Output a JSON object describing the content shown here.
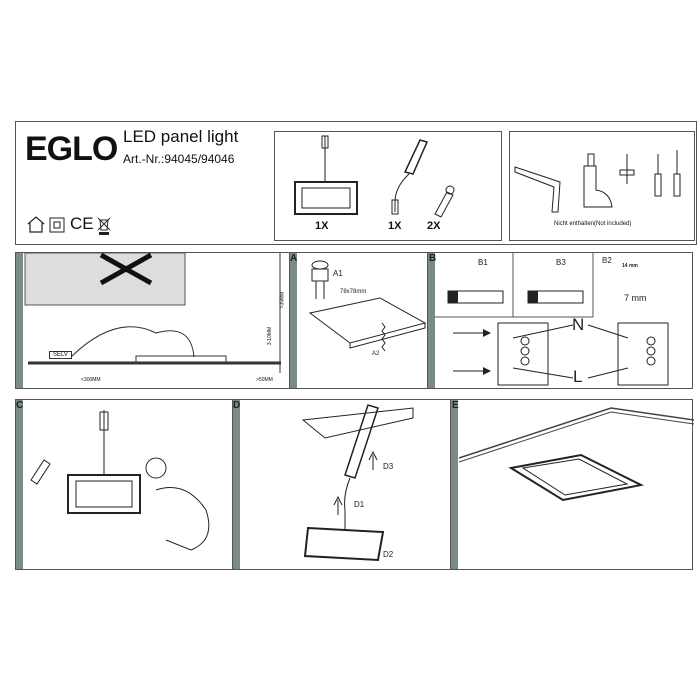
{
  "header": {
    "brand": "EGLO",
    "title": "LED panel light",
    "article": "Art.-Nr.:94045/94046"
  },
  "contents": {
    "items": [
      {
        "qty": "1X"
      },
      {
        "qty": "1X"
      },
      {
        "qty": "2X"
      }
    ]
  },
  "not_included": {
    "label": "Nicht enthalten(Not included)"
  },
  "symbols": [
    "indoor-use-icon",
    "class-ii-icon",
    "ce-mark-icon",
    "weee-bin-icon"
  ],
  "ce_text": "CE",
  "clearance": {
    "selv": "SELV",
    "dist1": "<300MM",
    "dist2": ">50MM",
    "gap": "3-10MM",
    "height": ">35MM"
  },
  "step_a": {
    "label": "A",
    "a1": "A1",
    "a2": "A2",
    "cutout": "78x78mm"
  },
  "step_b": {
    "label": "B",
    "b1": "B1",
    "b2": "B2",
    "b3": "B3",
    "strip1": "14 mm",
    "strip2": "7 mm",
    "neutral": "N",
    "live": "L"
  },
  "step_c": {
    "label": "C"
  },
  "step_d": {
    "label": "D",
    "d1": "D1",
    "d2": "D2",
    "d3": "D3"
  },
  "step_e": {
    "label": "E"
  }
}
